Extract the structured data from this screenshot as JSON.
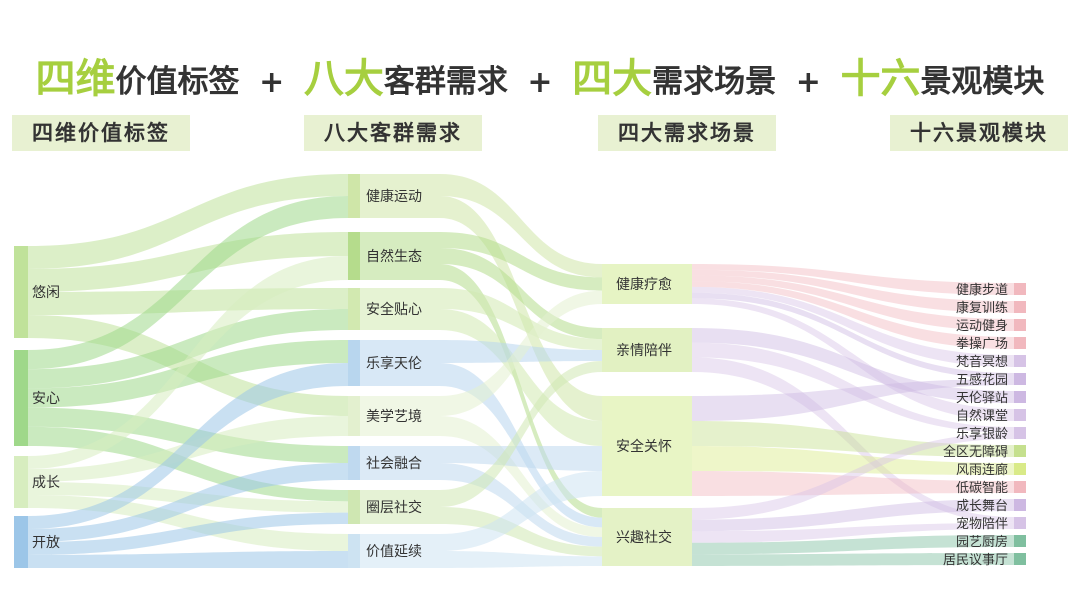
{
  "title": {
    "part1_hl": "四维",
    "part1_rest": "价值标签",
    "op1": "+",
    "part2_hl": "八大",
    "part2_rest": "客群需求",
    "op2": "+",
    "part3_hl": "四大",
    "part3_rest": "需求场景",
    "op3": "+",
    "part4_hl": "十六",
    "part4_rest": "景观模块"
  },
  "headers": [
    "四维价值标签",
    "八大客群需求",
    "四大需求场景",
    "十六景观模块"
  ],
  "colors": {
    "accent": "#a6cf3f",
    "header_bg": "#e8f1d2",
    "green": "#b8dd8a",
    "blue": "#b4d3ec",
    "yellow": "#d9ea88",
    "pink": "#f1b8be",
    "purple": "#cdbce4",
    "teal": "#7fbf9f"
  },
  "diagram": {
    "col1": [
      {
        "id": "a1",
        "label": "悠闲",
        "color": "#c0e29a"
      },
      {
        "id": "a2",
        "label": "安心",
        "color": "#9fd88a"
      },
      {
        "id": "a3",
        "label": "成长",
        "color": "#d7edbf"
      },
      {
        "id": "a4",
        "label": "开放",
        "color": "#9cc6e8"
      }
    ],
    "col2": [
      {
        "id": "b1",
        "label": "健康运动",
        "color": "#cfe6a8"
      },
      {
        "id": "b2",
        "label": "自然生态",
        "color": "#b5dc8c"
      },
      {
        "id": "b3",
        "label": "安全贴心",
        "color": "#d2e9b0"
      },
      {
        "id": "b4",
        "label": "乐享天伦",
        "color": "#b8d6ee"
      },
      {
        "id": "b5",
        "label": "美学艺境",
        "color": "#e3f0cf"
      },
      {
        "id": "b6",
        "label": "社会融合",
        "color": "#bfd9ef"
      },
      {
        "id": "b7",
        "label": "圈层社交",
        "color": "#cfe7b2"
      },
      {
        "id": "b8",
        "label": "价值延续",
        "color": "#cde3f2"
      }
    ],
    "col3": [
      {
        "id": "c1",
        "label": "健康疗愈",
        "color": "#d6ec9c"
      },
      {
        "id": "c2",
        "label": "亲情陪伴",
        "color": "#cfe89a"
      },
      {
        "id": "c3",
        "label": "安全关怀",
        "color": "#d9ee9e"
      },
      {
        "id": "c4",
        "label": "兴趣社交",
        "color": "#d2e9a0"
      }
    ],
    "col4": [
      {
        "id": "d1",
        "label": "健康步道",
        "color": "#f1b8be"
      },
      {
        "id": "d2",
        "label": "康复训练",
        "color": "#f1b8be"
      },
      {
        "id": "d3",
        "label": "运动健身",
        "color": "#f1b8be"
      },
      {
        "id": "d4",
        "label": "拳操广场",
        "color": "#f1b8be"
      },
      {
        "id": "d5",
        "label": "梵音冥想",
        "color": "#d6c3e6"
      },
      {
        "id": "d6",
        "label": "五感花园",
        "color": "#cdb8e2"
      },
      {
        "id": "d7",
        "label": "天伦驿站",
        "color": "#cdb8e2"
      },
      {
        "id": "d8",
        "label": "自然课堂",
        "color": "#d6c3e6"
      },
      {
        "id": "d9",
        "label": "乐享银龄",
        "color": "#d6c3e6"
      },
      {
        "id": "d10",
        "label": "全区无障碍",
        "color": "#c5e08e"
      },
      {
        "id": "d11",
        "label": "风雨连廊",
        "color": "#d9ea88"
      },
      {
        "id": "d12",
        "label": "低碳智能",
        "color": "#f1b8be"
      },
      {
        "id": "d13",
        "label": "成长舞台",
        "color": "#cdb8e2"
      },
      {
        "id": "d14",
        "label": "宠物陪伴",
        "color": "#d6c3e6"
      },
      {
        "id": "d15",
        "label": "园艺厨房",
        "color": "#7fbf9f"
      },
      {
        "id": "d16",
        "label": "居民议事厅",
        "color": "#7fbf9f"
      }
    ]
  }
}
